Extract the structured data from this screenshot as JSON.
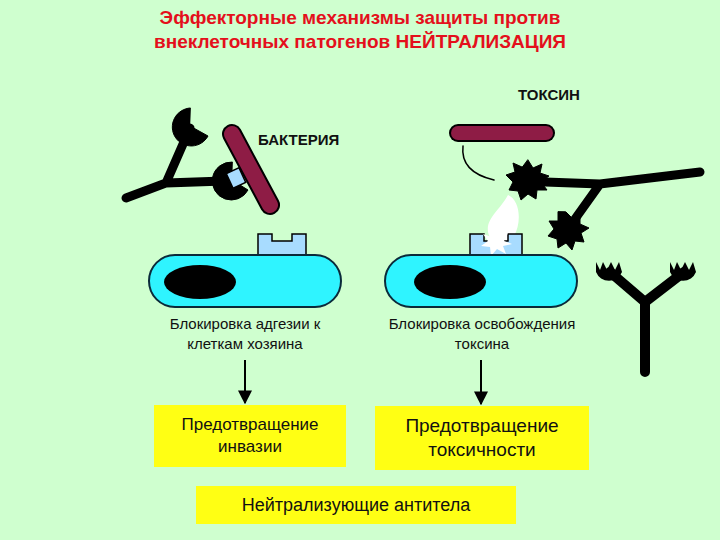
{
  "diagram": {
    "title": "Эффекторные механизмы защиты против внеклеточных патогенов НЕЙТРАЛИЗАЦИЯ",
    "nodes": [
      {
        "text": [
          "Блокировка адгезии к клеткам хозяина"
        ]
      },
      {
        "text": [
          "Блокировка освобождения токсина"
        ]
      },
      {
        "text": [
          "Предотвращение инвазии"
        ]
      },
      {
        "text": [
          "Предотвращение токсичности"
        ]
      },
      {
        "text": [
          "Нейтрализующие антитела"
        ]
      }
    ],
    "edges": [
      {
        "from": 0,
        "to": 2,
        "arrow": "to"
      },
      {
        "from": 1,
        "to": 3,
        "arrow": "to"
      }
    ],
    "labels": [
      "БАКТЕРИЯ",
      "ТОКСИН"
    ]
  }
}
